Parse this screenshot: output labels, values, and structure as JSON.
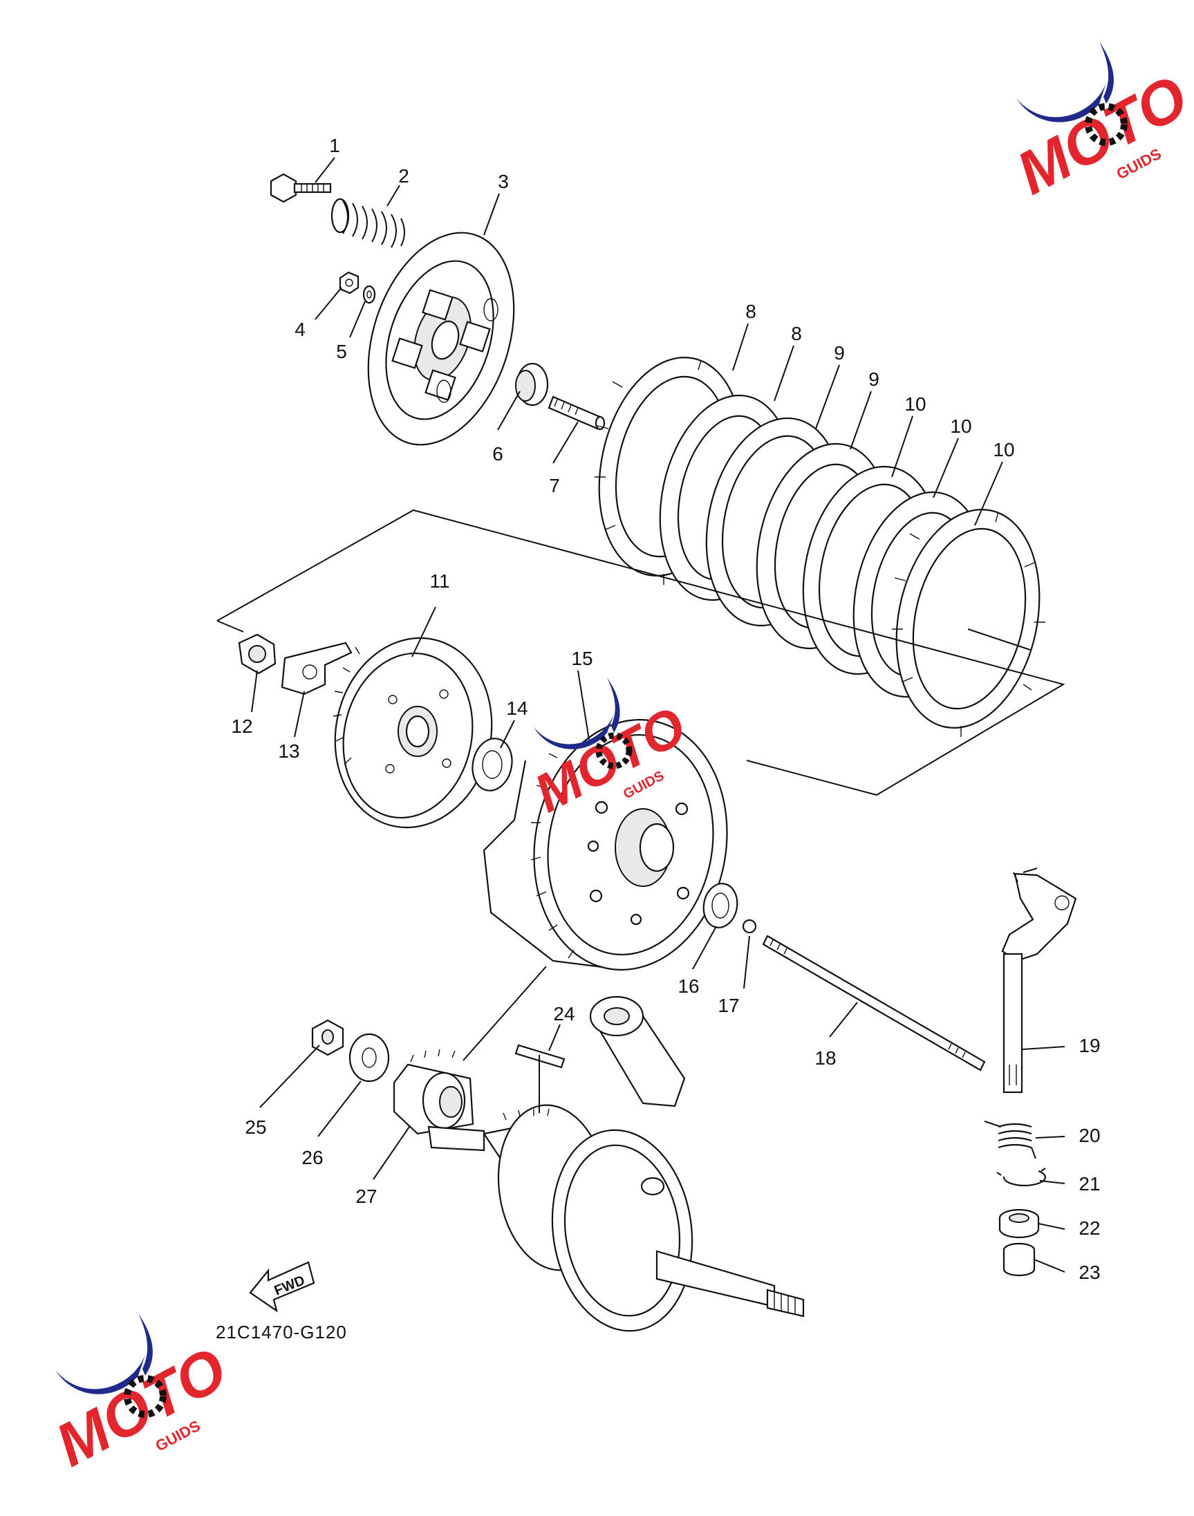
{
  "diagram": {
    "code": "21C1470-G120",
    "fwd_label": "FWD",
    "callouts": [
      "1",
      "2",
      "3",
      "4",
      "5",
      "6",
      "7",
      "8",
      "8",
      "9",
      "9",
      "10",
      "10",
      "10",
      "11",
      "12",
      "13",
      "14",
      "15",
      "16",
      "17",
      "18",
      "19",
      "20",
      "21",
      "22",
      "23",
      "24",
      "25",
      "26",
      "27"
    ]
  },
  "logo": {
    "brand": "MOTO",
    "suffix": "GUIDS",
    "colors": {
      "blue": "#1f2a8a",
      "red": "#e3262d",
      "black": "#111111"
    }
  }
}
